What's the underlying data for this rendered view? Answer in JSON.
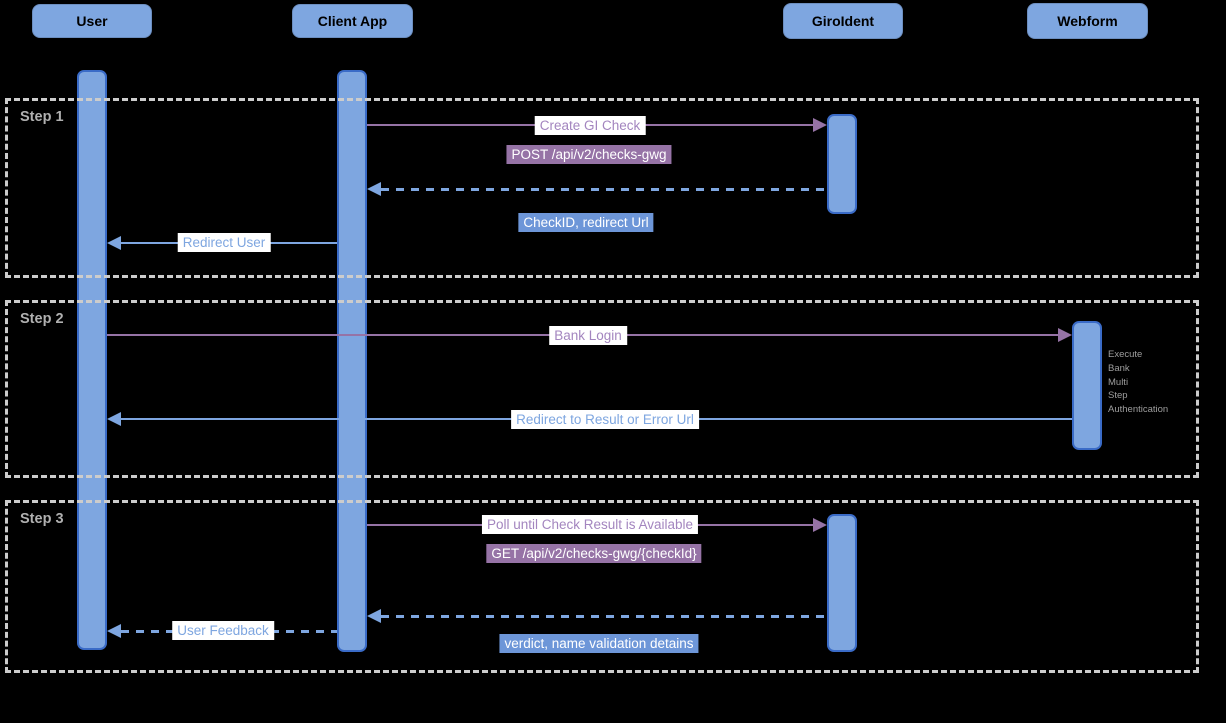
{
  "diagram": {
    "type": "sequence-diagram",
    "participants": [
      {
        "label": "User"
      },
      {
        "label": "Client App"
      },
      {
        "label": "GiroIdent"
      },
      {
        "label": "Webform"
      }
    ],
    "steps": [
      {
        "label": "Step 1"
      },
      {
        "label": "Step 2"
      },
      {
        "label": "Step 3"
      }
    ],
    "messages": {
      "create_check": "Create GI Check",
      "create_check_endpoint": "POST /api/v2/checks-gwg",
      "create_check_response": "CheckID, redirect Url",
      "redirect_user": "Redirect User",
      "bank_login": "Bank Login",
      "redirect_result": "Redirect to Result  or Error Url",
      "poll_result": "Poll until Check Result is Available",
      "poll_endpoint": "GET /api/v2/checks-gwg/{checkId}",
      "poll_response": "verdict, name validation detains",
      "user_feedback": "User Feedback"
    },
    "webform_note": [
      "Execute",
      "Bank",
      "Multi",
      "Step",
      "Authentication"
    ]
  },
  "colors": {
    "background": "#000000",
    "actor_fill": "#7EA6E0",
    "actor_border": "#6C8EBF",
    "bar_fill": "#7EA6E0",
    "bar_border": "#3A6BC7",
    "purple_line": "#9673A6",
    "purple_text": "#A385BF",
    "purple_label_bg": "#9673A6",
    "blue_line": "#7EA6E0",
    "blue_text": "#7EA6E0",
    "blue_label_bg": "#6D96D8",
    "frame_dash": "#CCCCCC",
    "step_label": "#B0B0B0",
    "note_text": "#9E9E9E",
    "label_bg": "#FFFFFF"
  }
}
